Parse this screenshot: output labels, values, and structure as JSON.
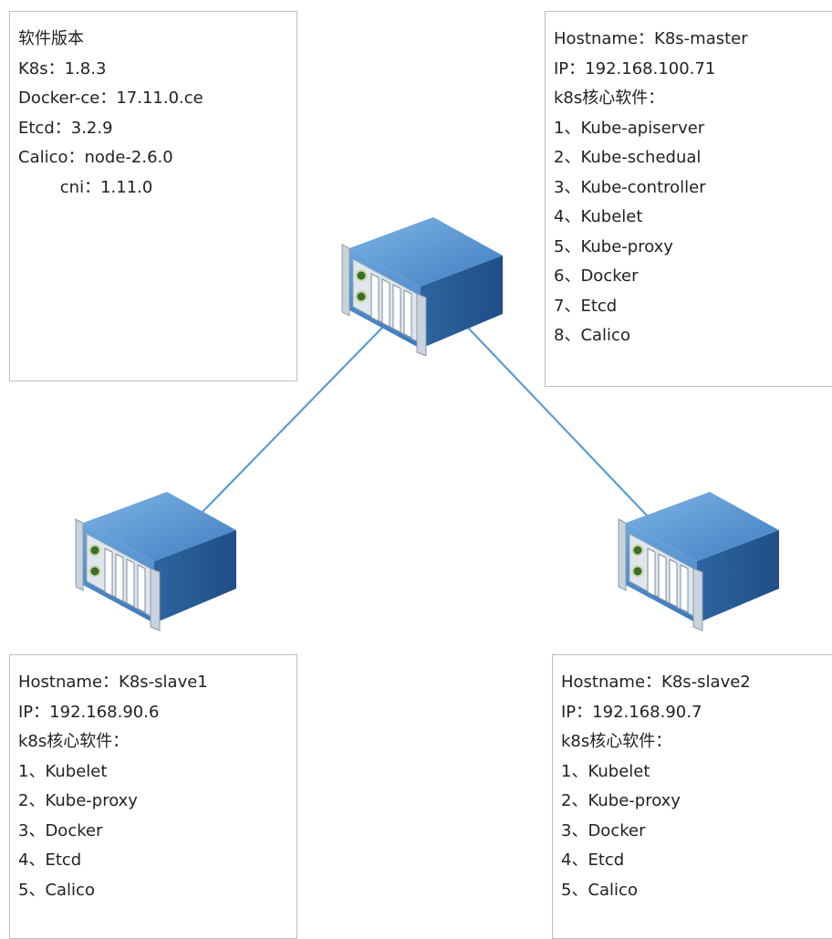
{
  "versions_box": {
    "lines": [
      "软件版本",
      "K8s：1.8.3",
      "Docker-ce：17.11.0.ce",
      "Etcd：3.2.9",
      "Calico：node-2.6.0",
      "        cni：1.11.0"
    ]
  },
  "master": {
    "lines": [
      "Hostname：K8s-master",
      "IP：192.168.100.71",
      "k8s核心软件：",
      "1、Kube-apiserver",
      "2、Kube-schedual",
      "3、Kube-controller",
      "4、Kubelet",
      "5、Kube-proxy",
      "6、Docker",
      "7、Etcd",
      "8、Calico"
    ]
  },
  "slave1": {
    "lines": [
      "Hostname：K8s-slave1",
      "IP：192.168.90.6",
      "k8s核心软件：",
      "1、Kubelet",
      "2、Kube-proxy",
      "3、Docker",
      "4、Etcd",
      "5、Calico"
    ]
  },
  "slave2": {
    "lines": [
      "Hostname：K8s-slave2",
      "IP：192.168.90.7",
      "k8s核心软件：",
      "1、Kubelet",
      "2、Kube-proxy",
      "3、Docker",
      "4、Etcd",
      "5、Calico"
    ]
  },
  "colors": {
    "connector": "#5b9bd5",
    "server_top": "#4a86c5",
    "server_front": "#5d9ad6",
    "server_side": "#2f6aa8",
    "box_border": "#b7bfc8"
  },
  "icons": {
    "server": "rack-server-icon"
  }
}
